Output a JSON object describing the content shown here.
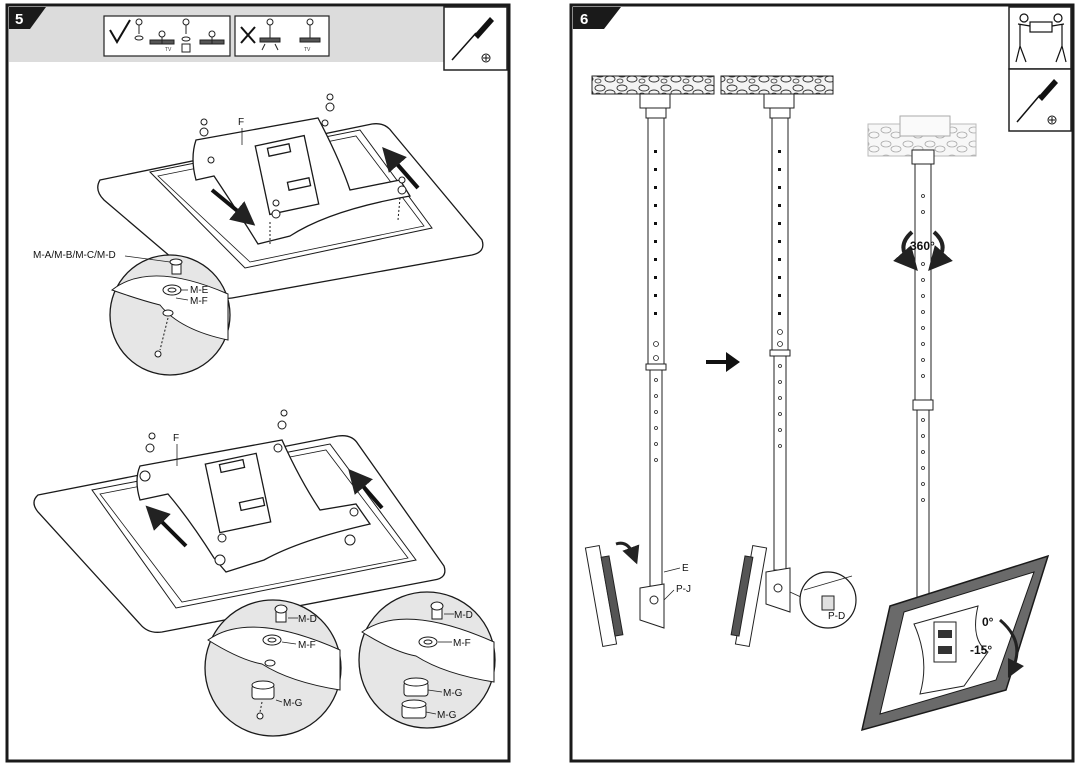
{
  "step5": {
    "number": "5",
    "part_f": "F",
    "screw_group": "M-A/M-B/M-C/M-D",
    "washer_e": "M-E",
    "washer_f": "M-F",
    "lower_part_f": "F",
    "detail_a": {
      "screw": "M-D",
      "washer": "M-F",
      "spacer": "M-G"
    },
    "detail_b": {
      "screw": "M-D",
      "washer": "M-F",
      "spacer_top": "M-G",
      "spacer_bottom": "M-G"
    },
    "correct_tv_tag": "TV",
    "wrong_tv_tag": "TV"
  },
  "step6": {
    "number": "6",
    "part_e": "E",
    "part_pj": "P-J",
    "part_pd": "P-D",
    "rotation": "360°",
    "tilt_up": "0°",
    "tilt_down": "-15°"
  },
  "icons": [
    "checkmark-icon",
    "cross-icon",
    "screwdriver-icon",
    "two-people-lift-icon"
  ]
}
